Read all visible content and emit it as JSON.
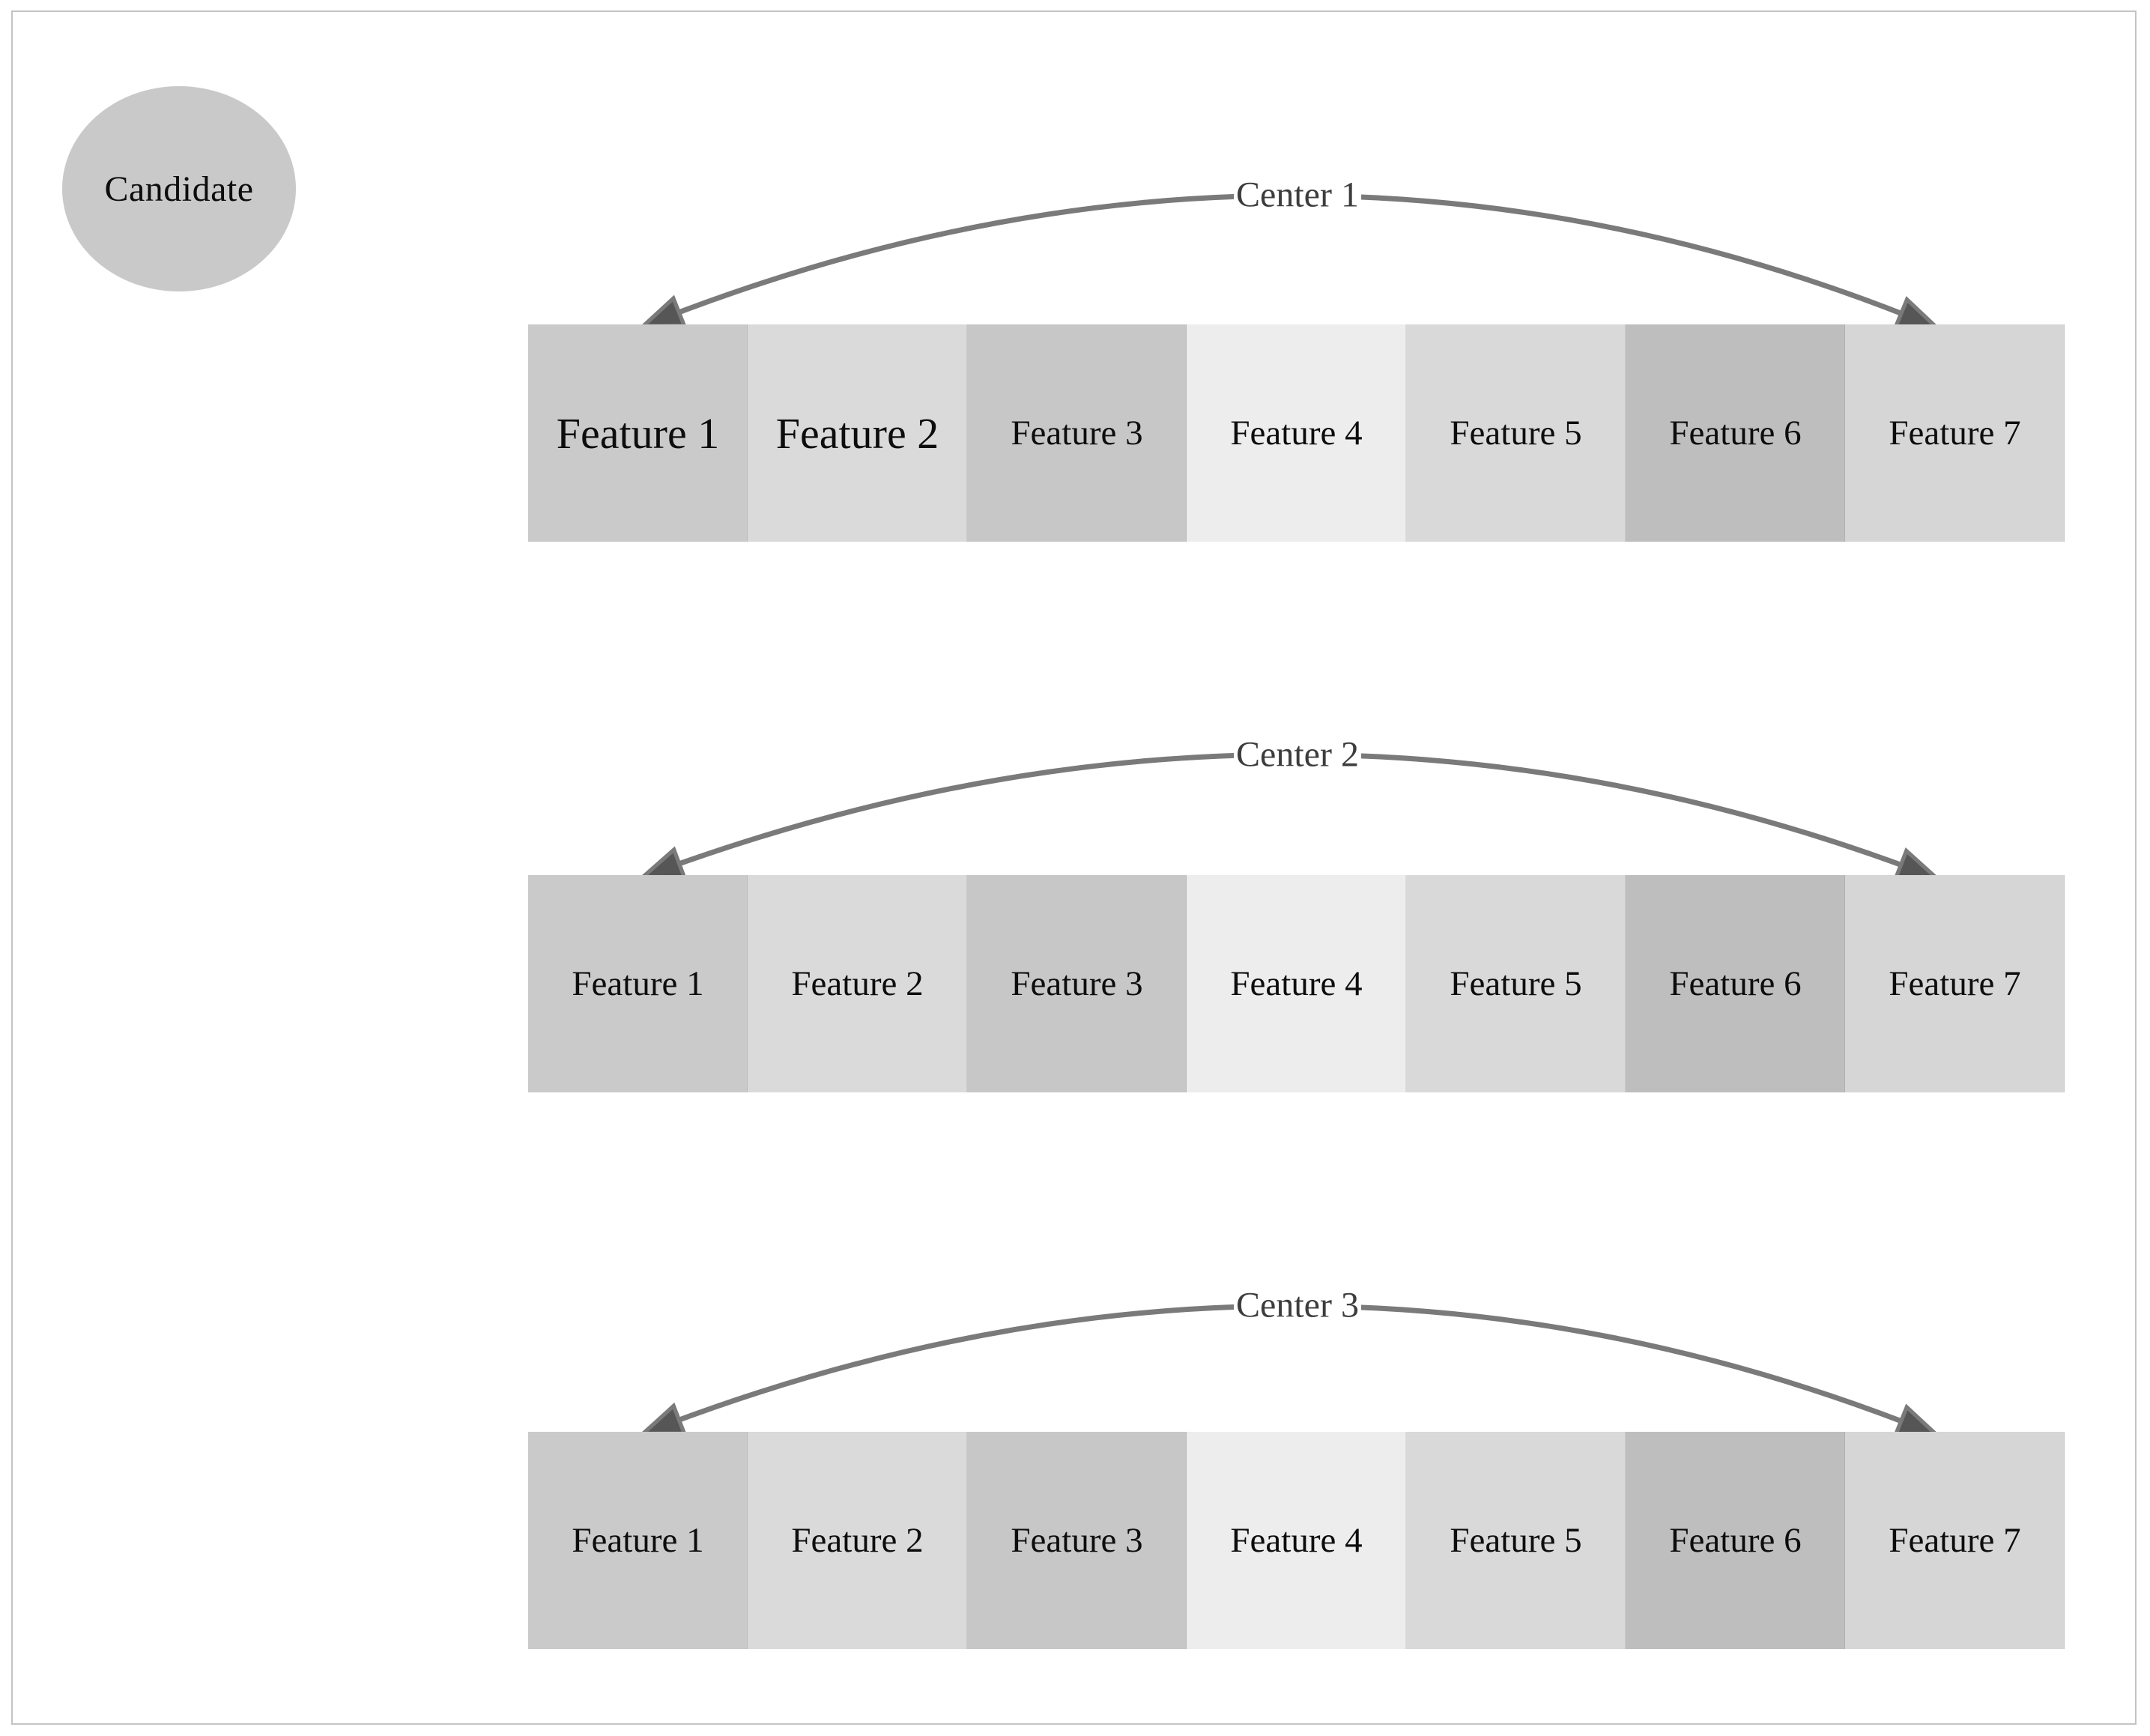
{
  "candidate": {
    "label": "Candidate"
  },
  "rows": [
    {
      "center_label": "Center 1",
      "features": [
        "Feature 1",
        "Feature 2",
        "Feature 3",
        "Feature 4",
        "Feature 5",
        "Feature 6",
        "Feature 7"
      ]
    },
    {
      "center_label": "Center 2",
      "features": [
        "Feature 1",
        "Feature 2",
        "Feature 3",
        "Feature 4",
        "Feature 5",
        "Feature 6",
        "Feature 7"
      ]
    },
    {
      "center_label": "Center 3",
      "features": [
        "Feature 1",
        "Feature 2",
        "Feature 3",
        "Feature 4",
        "Feature 5",
        "Feature 6",
        "Feature 7"
      ]
    }
  ],
  "palette": {
    "cell_colors": [
      "#cacaca",
      "#dadada",
      "#c7c7c7",
      "#ededed",
      "#d9d9d9",
      "#bebebe",
      "#d6d6d6"
    ],
    "ellipse_fill": "#c9c9c9",
    "arc_color": "#7a7a7a",
    "arrow_fill": "#565656",
    "center_label_color": "#3d3d3d",
    "frame_color": "#c4c4c4"
  }
}
